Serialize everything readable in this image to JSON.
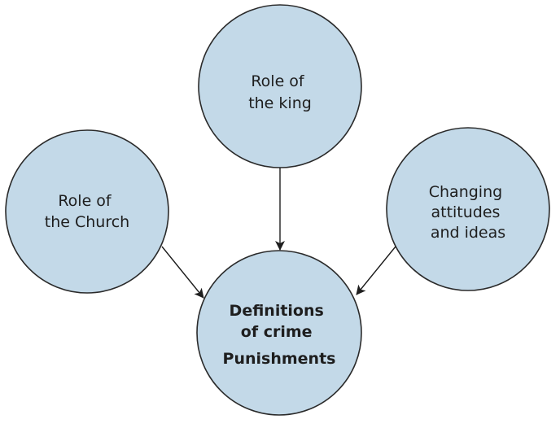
{
  "nodes": {
    "king": {
      "lines": [
        "Role of",
        "the king"
      ]
    },
    "church": {
      "lines": [
        "Role of",
        "the Church"
      ]
    },
    "attitudes": {
      "lines": [
        "Changing",
        "attitudes",
        "and ideas"
      ]
    },
    "center": {
      "lines": [
        "Definitions",
        "of crime",
        "Punishments"
      ]
    }
  },
  "colors": {
    "circle_fill": "#c3d9e8",
    "stroke": "#2a2a2a"
  }
}
